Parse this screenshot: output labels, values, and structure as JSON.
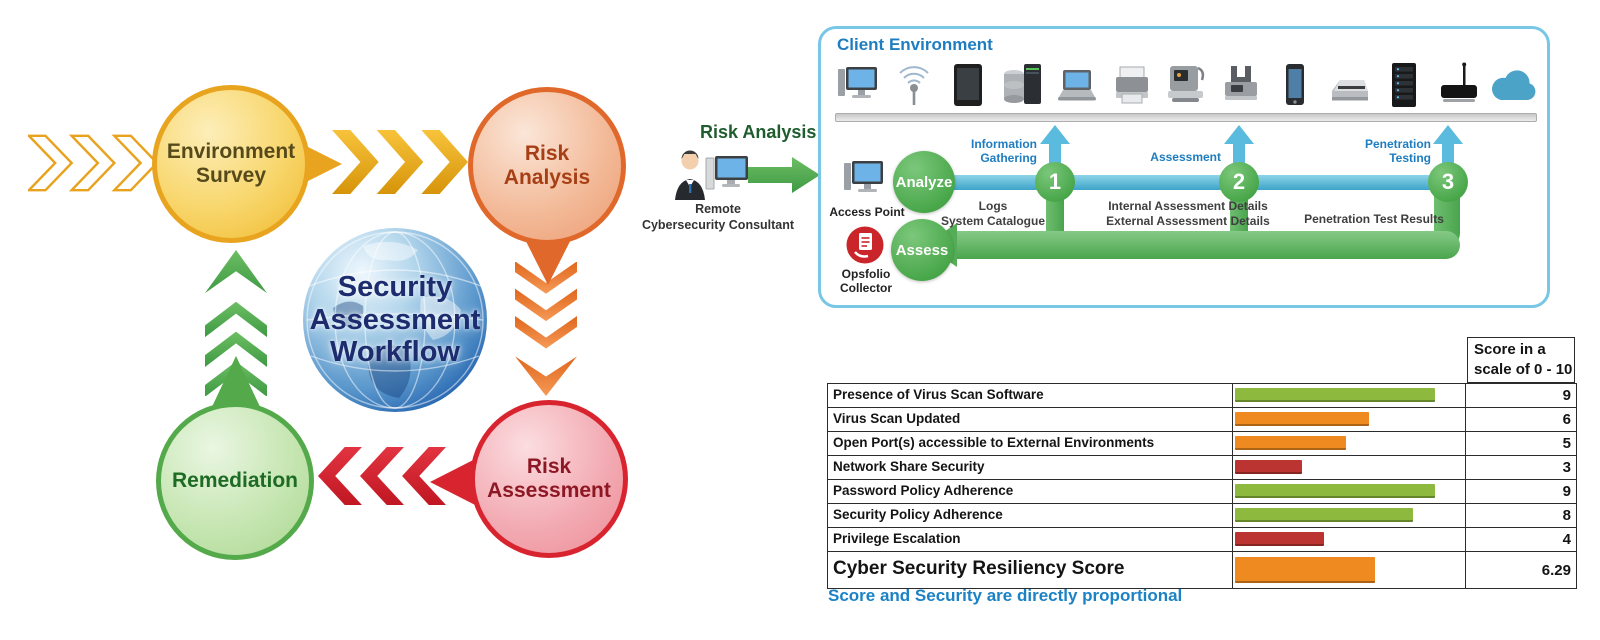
{
  "workflow": {
    "title_lines": [
      "Security",
      "Assessment",
      "Workflow"
    ],
    "nodes": [
      {
        "id": "environment-survey",
        "label": "Environment Survey"
      },
      {
        "id": "risk-analysis",
        "label": "Risk Analysis"
      },
      {
        "id": "risk-assessment",
        "label": "Risk Assessment"
      },
      {
        "id": "remediation",
        "label": "Remediation"
      }
    ],
    "colors": {
      "gold": "#e9a41f",
      "orange": "#e0682a",
      "red": "#d8242f",
      "green": "#54a94b"
    }
  },
  "consultant": {
    "section_label": "Risk Analysis",
    "name_line1": "Remote",
    "name_line2": "Cybersecurity Consultant"
  },
  "client_environment": {
    "title": "Client Environment",
    "devices": [
      "desktop-computer",
      "wireless-antenna",
      "tablet",
      "database-server",
      "laptop",
      "printer",
      "medical-device",
      "fax-machine",
      "smartphone",
      "scanner",
      "server-rack",
      "router",
      "cloud"
    ],
    "access_point_label": "Access Point",
    "collector_line1": "Opsfolio",
    "collector_line2": "Collector",
    "analyze_label": "Analyze",
    "assess_label": "Assess",
    "steps": [
      {
        "number": "1",
        "top1": "Information",
        "top2": "Gathering",
        "bottom1": "Logs",
        "bottom2": "System Catalogue"
      },
      {
        "number": "2",
        "top1": "Assessment",
        "top2": "",
        "bottom1": "Internal Assessment Details",
        "bottom2": "External Assessment Details"
      },
      {
        "number": "3",
        "top1": "Penetration",
        "top2": "Testing",
        "bottom1": "Penetration Test Results",
        "bottom2": ""
      }
    ]
  },
  "score_table": {
    "header_line1": "Score in a",
    "header_line2": "scale of 0 - 10",
    "rows": [
      {
        "label": "Presence of Virus Scan Software",
        "value": "9",
        "level": "good"
      },
      {
        "label": "Virus Scan Updated",
        "value": "6",
        "level": "medium"
      },
      {
        "label": "Open Port(s) accessible to External Environments",
        "value": "5",
        "level": "medium"
      },
      {
        "label": "Network Share Security",
        "value": "3",
        "level": "poor"
      },
      {
        "label": "Password Policy Adherence",
        "value": "9",
        "level": "good"
      },
      {
        "label": "Security Policy Adherence",
        "value": "8",
        "level": "good"
      },
      {
        "label": "Privilege Escalation",
        "value": "4",
        "level": "poor"
      },
      {
        "label": "Cyber Security Resiliency Score",
        "value": "6.29",
        "level": "medium"
      }
    ],
    "level_colors": {
      "good": "#8cb93e",
      "medium": "#ee8a1f",
      "poor": "#bc3431"
    }
  },
  "caption": "Score and Security are directly proportional",
  "chart_data": {
    "type": "bar",
    "orientation": "horizontal",
    "title": "Score in a scale of 0 - 10",
    "categories": [
      "Presence of Virus Scan Software",
      "Virus Scan Updated",
      "Open Port(s) accessible to External Environments",
      "Network Share Security",
      "Password Policy Adherence",
      "Security Policy Adherence",
      "Privilege Escalation",
      "Cyber Security Resiliency Score"
    ],
    "values": [
      9,
      6,
      5,
      3,
      9,
      8,
      4,
      6.29
    ],
    "bar_colors": [
      "#8cb93e",
      "#ee8a1f",
      "#ee8a1f",
      "#bc3431",
      "#8cb93e",
      "#8cb93e",
      "#bc3431",
      "#ee8a1f"
    ],
    "xlim": [
      0,
      10
    ],
    "caption": "Score and Security are directly proportional"
  }
}
